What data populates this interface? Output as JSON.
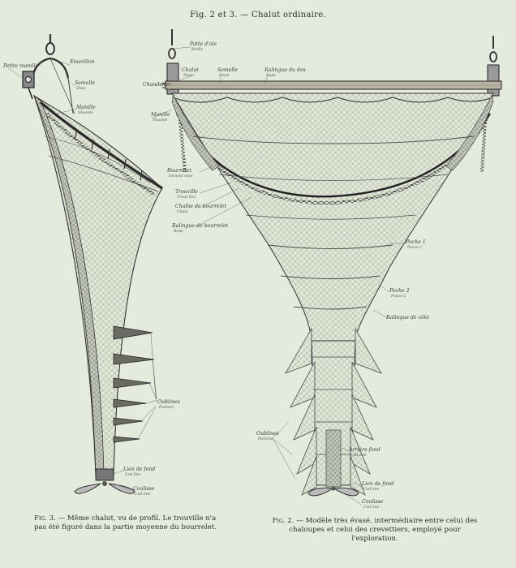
{
  "title": "Fig. 2 et 3. — Chalut ordinaire.",
  "figure3": {
    "labels": {
      "petite_manille": "Petite manille",
      "emerillon": "Émerillon",
      "semelle": "Semelle",
      "semelle_sub": "Shoe",
      "manille": "Manille",
      "manille_sub": "Shackle",
      "oublines": "Oublines",
      "oublines_sub": "Pockets",
      "lien_de_fond": "Lien de fond",
      "lien_de_fond_sub": "Cod line",
      "coulisse": "Coulisse",
      "coulisse_sub": "Cod line"
    },
    "caption_fig": "Fig. 3.",
    "caption_text": "— Même chalut, vu de profil. Le trouville n'a pas été figuré dans la partie moyenne du bourrelet."
  },
  "figure2": {
    "labels": {
      "patte_d_oie": "Patte d'oie",
      "patte_d_oie_sub": "Bridle",
      "chandelier": "Chandelier",
      "chalut": "Chalut",
      "chalut_sub": "Shoe",
      "semelle": "Semelle",
      "semelle_sub": "Head",
      "ralingue_dos": "Ralingue du dos",
      "ralingue_dos_sub": "Rope",
      "manille": "Manille",
      "manille_sub": "Shackle",
      "bourrelet": "Bourrelet",
      "bourrelet_sub": "Ground rope",
      "trouville": "Trouville",
      "trouville_sub": "Trawl line",
      "chaine": "Chaîne de bourrelet",
      "chaine_sub": "Chain",
      "ralingue_bourrelet": "Ralingue de bourrelet",
      "ralingue_bourrelet_sub": "Rope",
      "poche1": "Poche 1",
      "poche1_sub": "Pouce 1",
      "poche2": "Poche 2",
      "poche2_sub": "Pouce 2",
      "ralingue_cote": "Ralingue de côté",
      "oublines": "Oublines",
      "oublines_sub": "Pockets",
      "arriere_fond": "Arrière-fond",
      "arriere_fond_sub": "Cod end",
      "lien_de_fond": "Lien de fond",
      "lien_de_fond_sub": "Cod line",
      "coulisse": "Coulisse",
      "coulisse_sub": "Cod line"
    },
    "caption_fig": "Fig. 2.",
    "caption_text": "— Modèle très évasé, intermédiaire entre celui des chaloupes et celui des crevettiers, employé pour l'exploration."
  }
}
